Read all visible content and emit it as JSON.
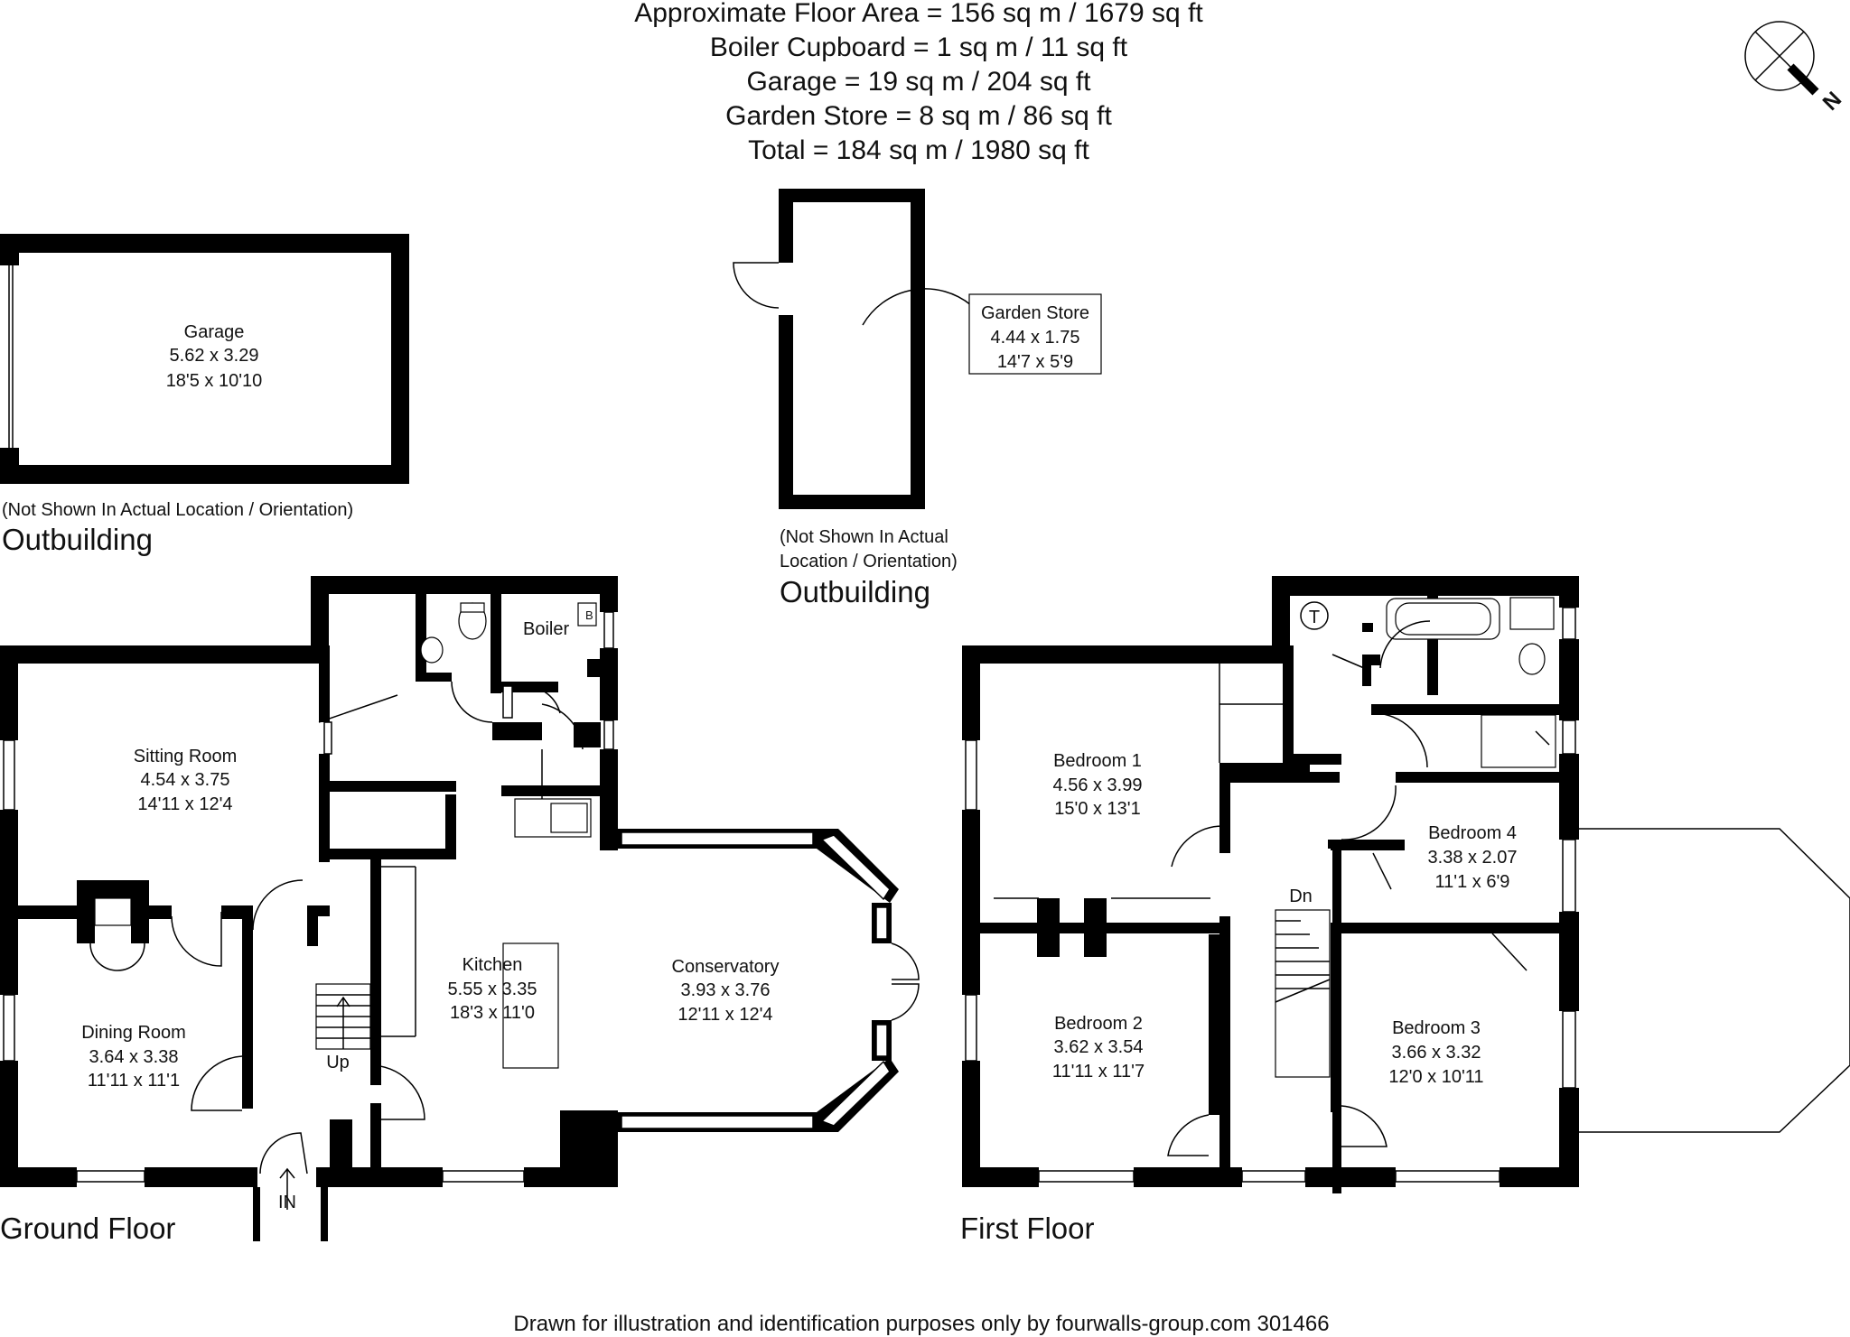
{
  "areas": [
    "Approximate Floor Area = 156 sq m / 1679 sq ft",
    "Boiler Cupboard = 1 sq m / 11 sq ft",
    "Garage = 19 sq m / 204 sq ft",
    "Garden Store = 8 sq m / 86 sq ft",
    "Total = 184 sq m / 1980 sq ft"
  ],
  "compass": {
    "label": "N"
  },
  "garage": {
    "name": "Garage",
    "metric": "5.62 x 3.29",
    "imperial": "18'5 x 10'10",
    "note": "(Not Shown In Actual Location / Orientation)",
    "caption": "Outbuilding"
  },
  "store": {
    "name": "Garden Store",
    "metric": "4.44 x 1.75",
    "imperial": "14'7 x 5'9",
    "note1": "(Not Shown In Actual",
    "note2": "Location / Orientation)",
    "caption": "Outbuilding"
  },
  "ground": {
    "caption": "Ground Floor",
    "rooms": [
      {
        "name": "Sitting Room",
        "metric": "4.54 x 3.75",
        "imperial": "14'11 x 12'4"
      },
      {
        "name": "Dining Room",
        "metric": "3.64 x 3.38",
        "imperial": "11'11 x 11'1"
      },
      {
        "name": "Kitchen",
        "metric": "5.55 x 3.35",
        "imperial": "18'3 x 11'0"
      },
      {
        "name": "Conservatory",
        "metric": "3.93 x 3.76",
        "imperial": "12'11 x 12'4"
      }
    ],
    "boiler": "Boiler",
    "boiler_b": "B",
    "up": "Up",
    "entrance": "IN"
  },
  "first": {
    "caption": "First Floor",
    "rooms": [
      {
        "name": "Bedroom 1",
        "metric": "4.56 x 3.99",
        "imperial": "15'0 x 13'1"
      },
      {
        "name": "Bedroom 2",
        "metric": "3.62 x 3.54",
        "imperial": "11'11 x 11'7"
      },
      {
        "name": "Bedroom 3",
        "metric": "3.66 x 3.32",
        "imperial": "12'0 x 10'11"
      },
      {
        "name": "Bedroom 4",
        "metric": "3.38 x 2.07",
        "imperial": "11'1 x 6'9"
      }
    ],
    "tank": "T",
    "down": "Dn"
  },
  "footer": "Drawn for illustration and identification purposes only by fourwalls-group.com 301466"
}
